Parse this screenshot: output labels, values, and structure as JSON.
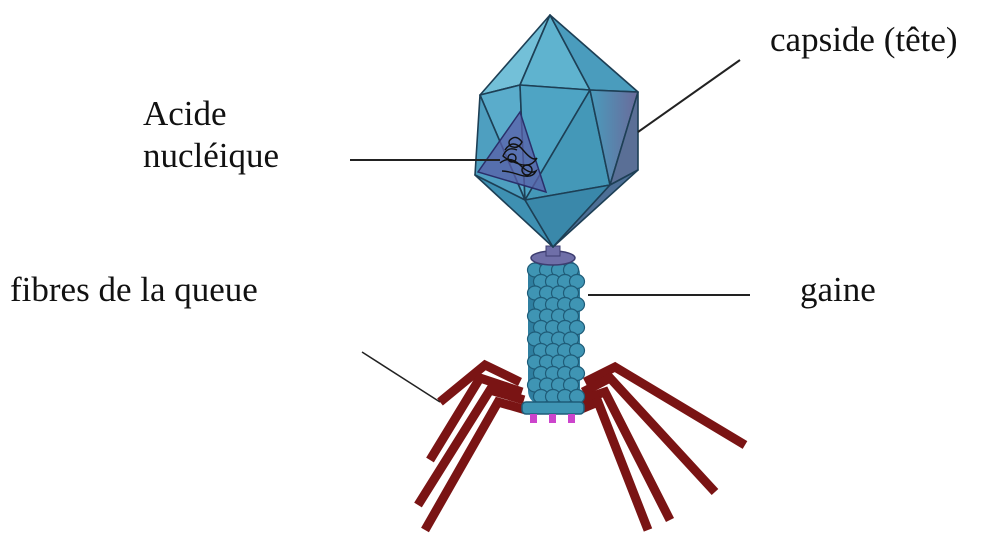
{
  "labels": {
    "capsid": "capside (tête)",
    "nucleic_acid_line1": "Acide",
    "nucleic_acid_line2": "nucléique",
    "tail_fibers": "fibres de la queue",
    "sheath": "gaine"
  },
  "colors": {
    "capsid_face_light": "#5fb3cf",
    "capsid_face_mid": "#4498b8",
    "capsid_face_dark": "#2f7ea0",
    "capsid_right_face": "#5a6f96",
    "capsid_edge": "#1d3f55",
    "nucleic_acid_fill": "#5a5fa8",
    "sheath_bead": "#3f95b4",
    "sheath_bead_edge": "#1f5c78",
    "collar": "#6f6fa8",
    "tail_fiber": "#7a1414",
    "baseplate_pin": "#cc44cc",
    "leader_line": "#222222"
  }
}
